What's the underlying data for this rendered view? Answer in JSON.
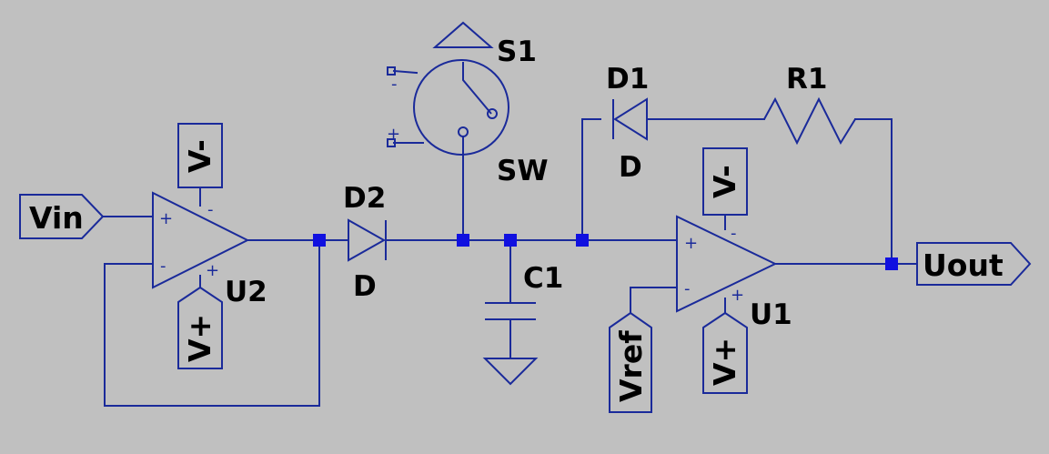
{
  "diagram": {
    "type": "circuit-schematic",
    "background": "#c0c0c0",
    "wire_color": "#1a2a9a",
    "node_color": "#1010e0",
    "components": {
      "u2": {
        "ref": "U2",
        "supply_neg": "V-",
        "supply_pos": "V+",
        "in_plus": "+",
        "in_minus": "-",
        "sup_plus": "+",
        "sup_minus": "-"
      },
      "u1": {
        "ref": "U1",
        "supply_neg": "V-",
        "supply_pos": "V+",
        "in_plus": "+",
        "in_minus": "-",
        "sup_plus": "+",
        "sup_minus": "-"
      },
      "d2": {
        "ref": "D2",
        "value": "D"
      },
      "d1": {
        "ref": "D1",
        "value": "D"
      },
      "r1": {
        "ref": "R1"
      },
      "c1": {
        "ref": "C1"
      },
      "s1": {
        "ref": "S1",
        "value": "SW",
        "pin_minus": "-",
        "pin_plus": "+"
      }
    },
    "ports": {
      "vin": "Vin",
      "uout": "Uout",
      "vref": "Vref"
    }
  }
}
